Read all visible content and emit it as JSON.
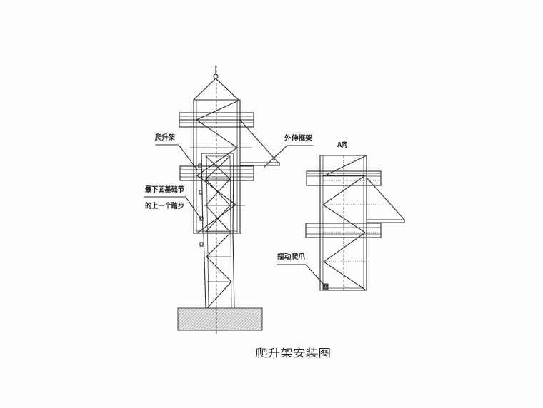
{
  "title": "爬升架安装图",
  "labels": {
    "climbing_frame": "爬升架",
    "base_section_line1": "最下面基础节",
    "base_section_line2": "的上一个踏步",
    "outrigger_frame": "外伸框架",
    "view_a": "A向",
    "swing_claw": "摆动爬爪"
  },
  "views": [
    {
      "name": "elevation",
      "components": [
        "hook",
        "climbing frame",
        "outrigger frame",
        "tower sections",
        "steps",
        "foundation"
      ]
    },
    {
      "name": "A向",
      "components": [
        "climbing frame",
        "outrigger frame",
        "swing claw"
      ]
    }
  ],
  "colors": {
    "line": "#2b2b2b",
    "text": "#262626",
    "hatch": "#8f8f8f",
    "background": "#ffffff"
  }
}
